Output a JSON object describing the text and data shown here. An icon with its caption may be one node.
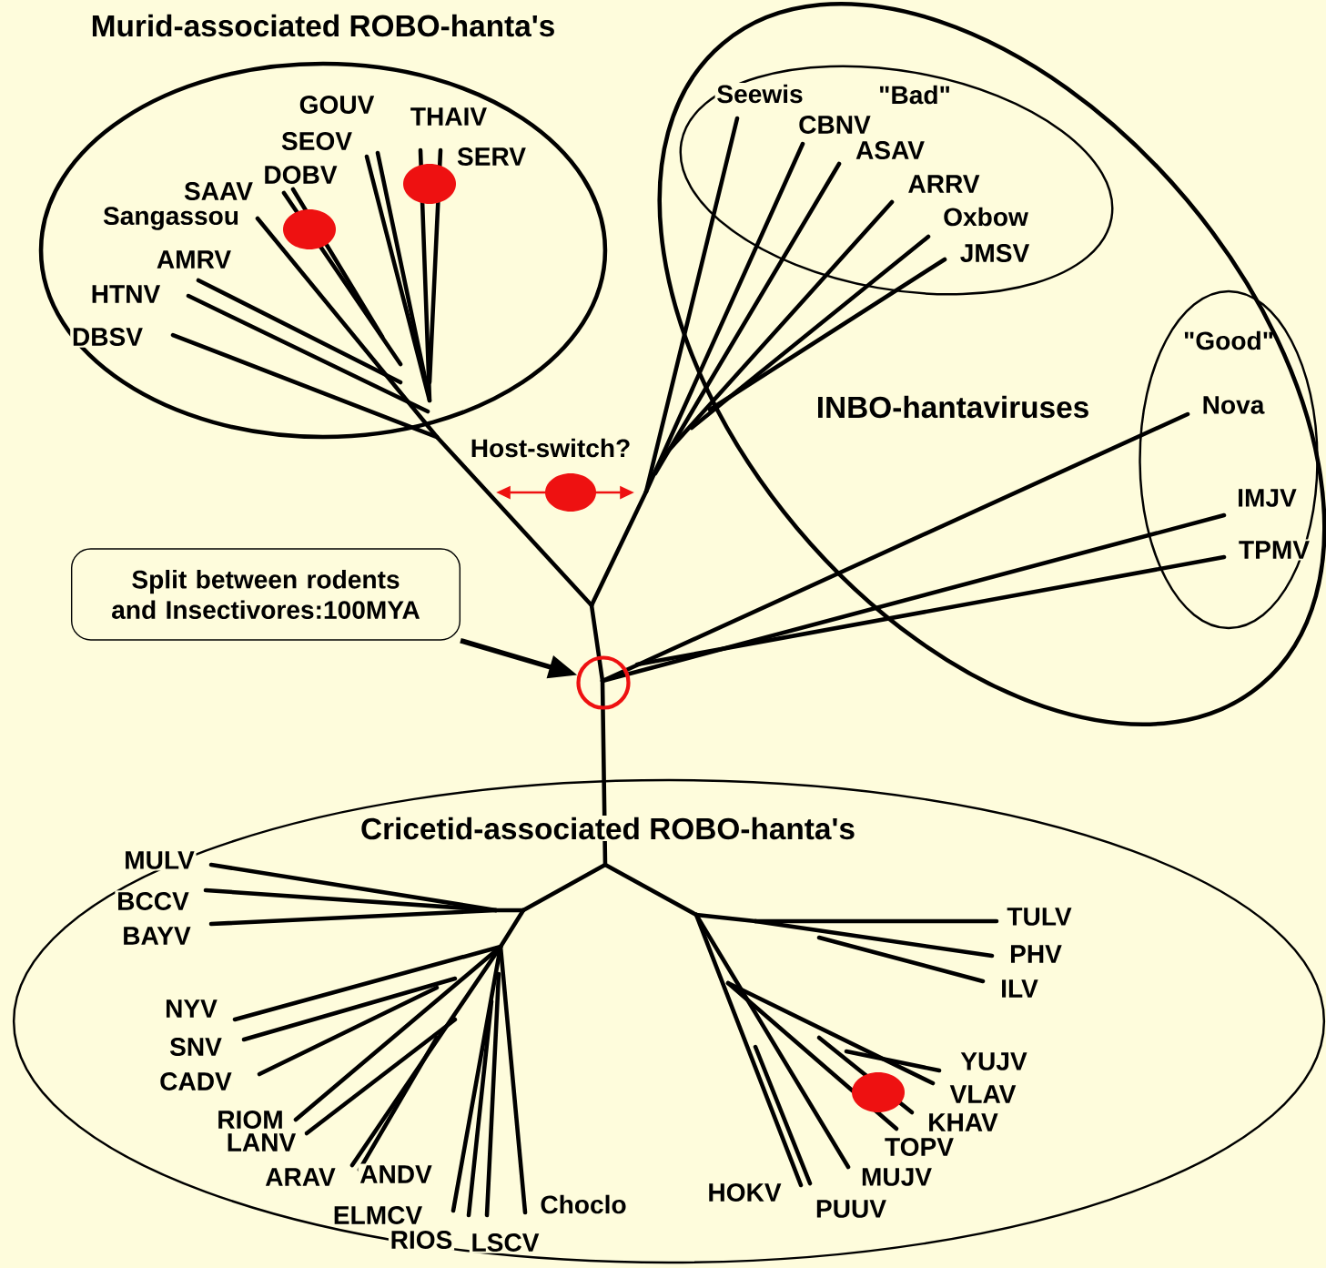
{
  "diagram": {
    "nodes": [
      {
        "text": [
          "Murid-associated ROBO-hanta's"
        ]
      },
      {
        "text": [
          "GOUV"
        ],
        "in": 0
      },
      {
        "text": [
          "THAIV"
        ],
        "in": 0
      },
      {
        "text": [
          "SEOV"
        ],
        "in": 0
      },
      {
        "text": [
          "SERV"
        ],
        "in": 0
      },
      {
        "text": [
          "SAAV"
        ],
        "in": 0
      },
      {
        "text": [
          "DOBV"
        ],
        "in": 0
      },
      {
        "text": [
          "Sangassou"
        ],
        "in": 0
      },
      {
        "text": [
          "AMRV"
        ],
        "in": 0
      },
      {
        "text": [
          "HTNV"
        ],
        "in": 0
      },
      {
        "text": [
          "DBSV"
        ],
        "in": 0
      },
      {
        "text": [
          "INBO-hantaviruses"
        ]
      },
      {
        "text": [
          "\"Bad\""
        ],
        "in": 11
      },
      {
        "text": [
          "Seewis"
        ],
        "in": 12
      },
      {
        "text": [
          "CBNV"
        ],
        "in": 12
      },
      {
        "text": [
          "ASAV"
        ],
        "in": 12
      },
      {
        "text": [
          "ARRV"
        ],
        "in": 12
      },
      {
        "text": [
          "Oxbow"
        ],
        "in": 12
      },
      {
        "text": [
          "JMSV"
        ],
        "in": 12
      },
      {
        "text": [
          "\"Good\""
        ],
        "in": 11
      },
      {
        "text": [
          "Nova"
        ],
        "in": 19
      },
      {
        "text": [
          "IMJV"
        ],
        "in": 19
      },
      {
        "text": [
          "TPMV"
        ],
        "in": 19
      },
      {
        "text": [
          "Split between rodents and Insectivores:100MYA"
        ]
      },
      {
        "text": [],
        "shape": "circle"
      },
      {
        "text": [
          "Cricetid-associated ROBO-hanta's"
        ]
      },
      {
        "text": [
          "MULV"
        ],
        "in": 25
      },
      {
        "text": [
          "BCCV"
        ],
        "in": 25
      },
      {
        "text": [
          "BAYV"
        ],
        "in": 25
      },
      {
        "text": [
          "NYV"
        ],
        "in": 25
      },
      {
        "text": [
          "SNV"
        ],
        "in": 25
      },
      {
        "text": [
          "CADV"
        ],
        "in": 25
      },
      {
        "text": [
          "RIOM"
        ],
        "in": 25
      },
      {
        "text": [
          "LANV"
        ],
        "in": 25
      },
      {
        "text": [
          "ARAV"
        ],
        "in": 25
      },
      {
        "text": [
          "ANDV"
        ],
        "in": 25
      },
      {
        "text": [
          "ELMCV"
        ],
        "in": 25
      },
      {
        "text": [
          "RIOS"
        ],
        "in": 25
      },
      {
        "text": [
          "LSCV"
        ],
        "in": 25
      },
      {
        "text": [
          "Choclo"
        ],
        "in": 25
      },
      {
        "text": [
          "HOKV"
        ],
        "in": 25
      },
      {
        "text": [
          "PUUV"
        ],
        "in": 25
      },
      {
        "text": [
          "MUJV"
        ],
        "in": 25
      },
      {
        "text": [
          "TOPV"
        ],
        "in": 25
      },
      {
        "text": [
          "KHAV"
        ],
        "in": 25
      },
      {
        "text": [
          "VLAV"
        ],
        "in": 25
      },
      {
        "text": [
          "YUJV"
        ],
        "in": 25
      },
      {
        "text": [
          "TULV"
        ],
        "in": 25
      },
      {
        "text": [
          "PHV"
        ],
        "in": 25
      },
      {
        "text": [
          "ILV"
        ],
        "in": 25
      }
    ],
    "edges": [
      {
        "from": 23,
        "to": 24,
        "arrow": "to"
      }
    ],
    "labels": [
      "Host-switch?"
    ]
  }
}
